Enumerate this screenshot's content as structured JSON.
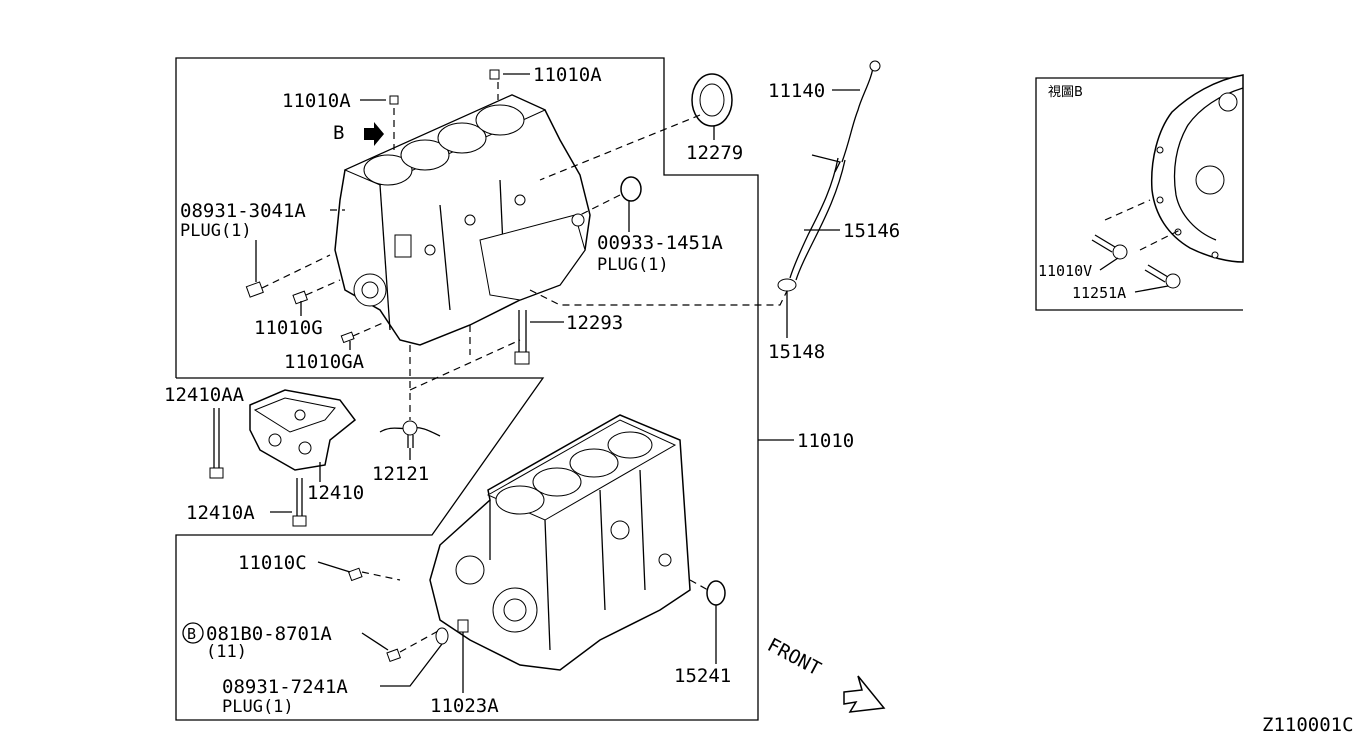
{
  "diagram_code": "Z110001C",
  "view_label": "視圖B",
  "view_marker": "B",
  "front_label": "FRONT",
  "parts": {
    "p11010A_top": "11010A",
    "p11010A_left": "11010A",
    "p12279": "12279",
    "p11140": "11140",
    "p08931_3041A": "08931-3041A",
    "p08931_3041A_qty": "PLUG(1)",
    "p00933_1451A": "00933-1451A",
    "p00933_1451A_qty": "PLUG(1)",
    "p15146": "15146",
    "p11010G": "11010G",
    "p12293": "12293",
    "p15148": "15148",
    "p11010GA": "11010GA",
    "p12410AA": "12410AA",
    "p11010": "11010",
    "p12121": "12121",
    "p12410": "12410",
    "p12410A": "12410A",
    "p11010C": "11010C",
    "p081B0_8701A": "081B0-8701A",
    "p081B0_8701A_qty": "(11)",
    "p08931_7241A": "08931-7241A",
    "p08931_7241A_qty": "PLUG(1)",
    "p11023A": "11023A",
    "p15241": "15241",
    "p11010V": "11010V",
    "p11251A": "11251A"
  }
}
